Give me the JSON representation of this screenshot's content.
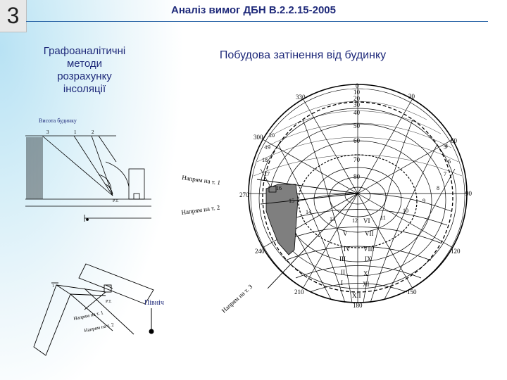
{
  "slide": {
    "number": "3"
  },
  "header": {
    "title": "Аналіз вимог ДБН В.2.2.15-2005"
  },
  "left_panel": {
    "title_lines": [
      "Графоаналітичні",
      "методи",
      "розрахунку",
      "інсоляції"
    ],
    "building_height_label": "Висота будинку",
    "top_marks": [
      "3",
      "1",
      "2"
    ],
    "rt_label": "Р.Т.",
    "north_label": "Північ",
    "lower_marks": [
      "1",
      "2",
      "3"
    ]
  },
  "right_panel": {
    "title": "Побудова затінення від будинку",
    "azimuth_labels": [
      "0",
      "30",
      "60",
      "90",
      "120",
      "150",
      "180",
      "210",
      "240",
      "270",
      "300",
      "330"
    ],
    "altitude_labels": [
      "10",
      "20",
      "30",
      "40",
      "50",
      "60",
      "70",
      "80"
    ],
    "hour_labels": [
      "4",
      "5",
      "6",
      "7",
      "8",
      "9",
      "10",
      "11",
      "12",
      "13",
      "14",
      "15",
      "16",
      "17",
      "18",
      "19",
      "20"
    ],
    "month_labels": [
      "XII",
      "I",
      "XI",
      "II",
      "X",
      "III",
      "IX",
      "IV",
      "VIII",
      "V",
      "VII",
      "VI"
    ],
    "direction_labels": [
      "Напрям на т. 1",
      "Напрям на т. 2",
      "Напрям на т. 3"
    ]
  },
  "colors": {
    "title": "#1f2a7a",
    "rule": "#2d67a8",
    "line": "#000000",
    "shade": "#7f7f7f",
    "sky": "#b8e2f4"
  }
}
